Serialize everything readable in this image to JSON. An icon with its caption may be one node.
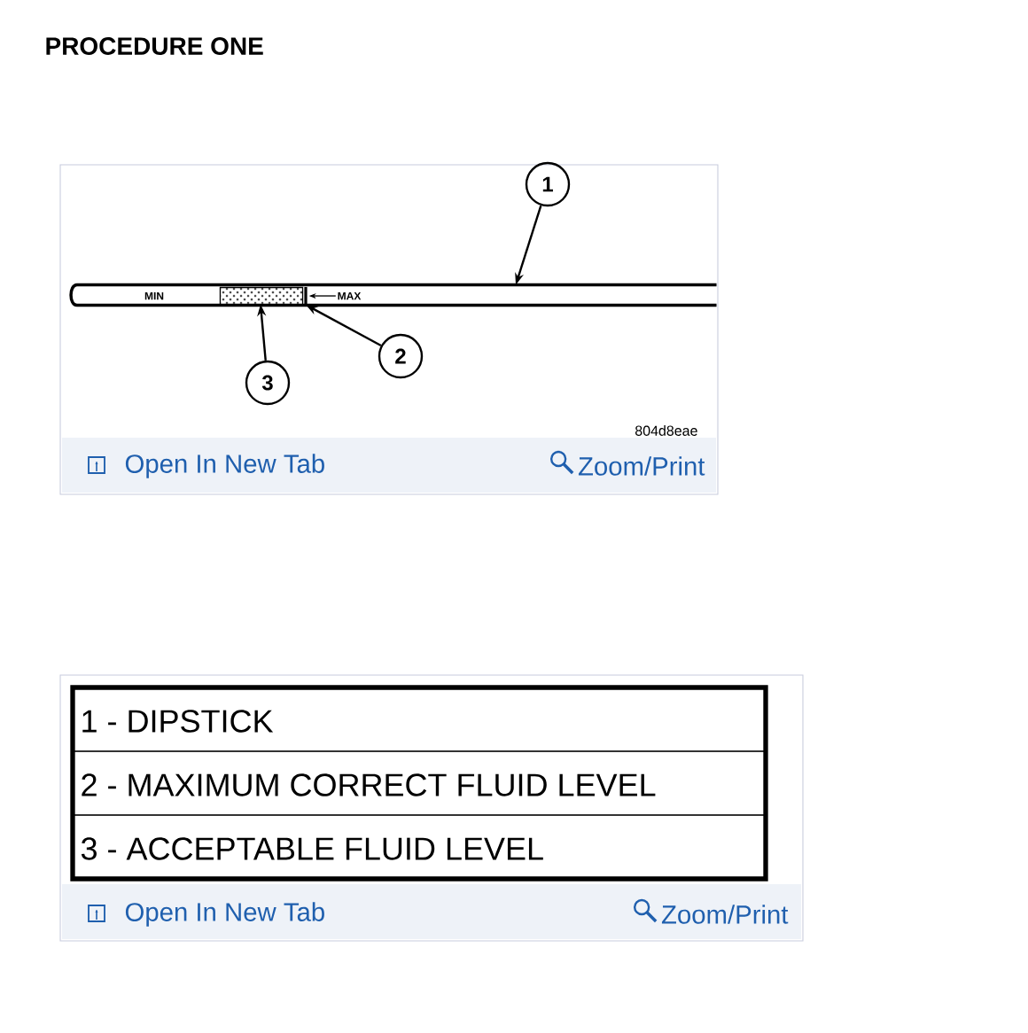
{
  "diagram": {
    "title": "PROCEDURE ONE",
    "nodes": [
      {
        "text": [
          "1"
        ]
      },
      {
        "text": [
          "2"
        ]
      },
      {
        "text": [
          "3"
        ]
      },
      {
        "text": [],
        "shape": "bar"
      },
      {
        "text": [],
        "shape": "box",
        "in": 3
      },
      {
        "text": [],
        "shape": "line",
        "in": 3
      },
      {
        "text": [
          "MAX"
        ],
        "in": 3
      }
    ],
    "edges": [
      {
        "from": 0,
        "to": 3,
        "arrow": "to"
      },
      {
        "from": 1,
        "to": 5,
        "arrow": "to"
      },
      {
        "from": 2,
        "to": 4,
        "arrow": "to"
      },
      {
        "from": 6,
        "to": 5,
        "arrow": "to"
      }
    ],
    "labels": [
      "MIN",
      "804d8eae",
      "Open In New Tab",
      "Zoom/Print",
      "1 - DIPSTICK",
      "2 - MAXIMUM CORRECT FLUID LEVEL",
      "3 - ACCEPTABLE FLUID LEVEL",
      "Open In New Tab",
      "Zoom/Print"
    ]
  }
}
